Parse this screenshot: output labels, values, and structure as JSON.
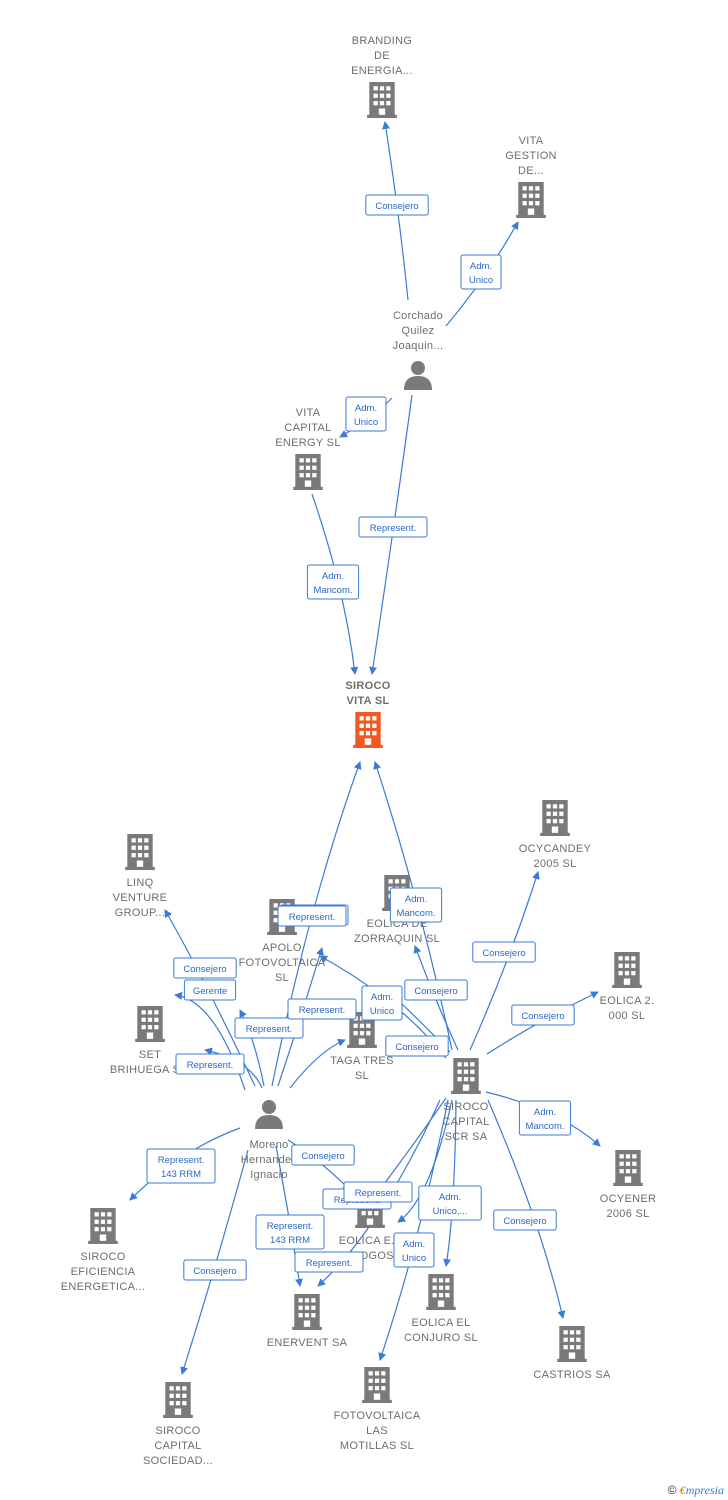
{
  "colors": {
    "edge": "#3a7bd5",
    "building": "#7a7a7a",
    "focus": "#f05a22",
    "person": "#7a7a7a",
    "label": "#6d6d6d"
  },
  "nodes": [
    {
      "id": "branding",
      "type": "company",
      "lines": [
        "BRANDING",
        "DE",
        "ENERGIA..."
      ]
    },
    {
      "id": "vita_gestion",
      "type": "company",
      "lines": [
        "VITA",
        "GESTION",
        "DE..."
      ]
    },
    {
      "id": "corchado",
      "type": "person",
      "lines": [
        "Corchado",
        "Quilez",
        "Joaquin..."
      ]
    },
    {
      "id": "vita_capital",
      "type": "company",
      "lines": [
        "VITA",
        "CAPITAL",
        "ENERGY  SL"
      ]
    },
    {
      "id": "siroco_vita",
      "type": "company",
      "focus": true,
      "lines": [
        "SIROCO",
        "VITA  SL"
      ]
    },
    {
      "id": "linq",
      "type": "company",
      "lines": [
        "LINQ",
        "VENTURE",
        "GROUP..."
      ]
    },
    {
      "id": "apolo",
      "type": "company",
      "lines": [
        "APOLO",
        "FOTOVOLTAICA",
        "SL"
      ]
    },
    {
      "id": "eolica_zorraquin",
      "type": "company",
      "lines": [
        "EOLICA DE",
        "ZORRAQUIN SL"
      ]
    },
    {
      "id": "ocycandey",
      "type": "company",
      "lines": [
        "OCYCANDEY",
        "2005  SL"
      ]
    },
    {
      "id": "eolica2000",
      "type": "company",
      "lines": [
        "EOLICA 2.",
        "000 SL"
      ]
    },
    {
      "id": "set_brihuega",
      "type": "company",
      "lines": [
        "SET",
        "BRIHUEGA  S..."
      ]
    },
    {
      "id": "taga_tres",
      "type": "company",
      "lines": [
        "TAGA TRES",
        "SL"
      ]
    },
    {
      "id": "siroco_capital_scr",
      "type": "company",
      "lines": [
        "SIROCO",
        "CAPITAL",
        "SCR SA"
      ]
    },
    {
      "id": "moreno",
      "type": "person",
      "lines": [
        "Moreno",
        "Hernandez",
        "Ignacio"
      ]
    },
    {
      "id": "ocyener",
      "type": "company",
      "lines": [
        "OCYENER",
        "2006  SL"
      ]
    },
    {
      "id": "siroco_eficiencia",
      "type": "company",
      "lines": [
        "SIROCO",
        "EFICIENCIA",
        "ENERGETICA..."
      ]
    },
    {
      "id": "eolica_el_cerro",
      "type": "company",
      "lines": [
        "EOLICA E...",
        "CERROGOSO..."
      ]
    },
    {
      "id": "eolica_conjuro",
      "type": "company",
      "lines": [
        "EOLICA EL",
        "CONJURO  SL"
      ]
    },
    {
      "id": "enervent",
      "type": "company",
      "lines": [
        "ENERVENT SA"
      ]
    },
    {
      "id": "castrios",
      "type": "company",
      "lines": [
        "CASTRIOS SA"
      ]
    },
    {
      "id": "fotovoltaica_motillas",
      "type": "company",
      "lines": [
        "FOTOVOLTAICA",
        "LAS",
        "MOTILLAS  SL"
      ]
    },
    {
      "id": "siroco_capital_sociedad",
      "type": "company",
      "lines": [
        "SIROCO",
        "CAPITAL",
        "SOCIEDAD..."
      ]
    }
  ],
  "edges": [
    {
      "label": [
        "Consejero"
      ]
    },
    {
      "label": [
        "Adm.",
        "Unico"
      ]
    },
    {
      "label": [
        "Adm.",
        "Unico"
      ]
    },
    {
      "label": [
        "Represent."
      ]
    },
    {
      "label": [
        "Adm.",
        "Mancom."
      ]
    },
    {
      "label": [
        "Adm.",
        "Mancom."
      ]
    },
    {
      "label": [
        "Represent."
      ]
    },
    {
      "label": [
        "Consejero"
      ]
    },
    {
      "label": [
        "Gerente"
      ]
    },
    {
      "label": [
        "Consejero"
      ]
    },
    {
      "label": [
        "Consejero"
      ]
    },
    {
      "label": [
        "Consejero"
      ]
    },
    {
      "label": [
        "Adm.",
        "Unico"
      ]
    },
    {
      "label": [
        "Consejero"
      ]
    },
    {
      "label": [
        "Represent."
      ]
    },
    {
      "label": [
        "Represent."
      ]
    },
    {
      "label": [
        "Represent."
      ]
    },
    {
      "label": [
        "Represent."
      ]
    },
    {
      "label": [
        "Adm.",
        "Mancom."
      ]
    },
    {
      "label": [
        "Represent.",
        "143 RRM"
      ]
    },
    {
      "label": [
        "Consejero"
      ]
    },
    {
      "label": [
        "Represent."
      ]
    },
    {
      "label": [
        "Represent."
      ]
    },
    {
      "label": [
        "Adm.",
        "Unico,..."
      ]
    },
    {
      "label": [
        "Represent.",
        "143 RRM"
      ]
    },
    {
      "label": [
        "Represent."
      ]
    },
    {
      "label": [
        "Consejero"
      ]
    },
    {
      "label": [
        "Adm.",
        "Unico"
      ]
    },
    {
      "label": [
        "Consejero"
      ]
    }
  ],
  "footer": {
    "copyright": "©",
    "brand_e": "€",
    "brand_rest": "mpresia"
  }
}
